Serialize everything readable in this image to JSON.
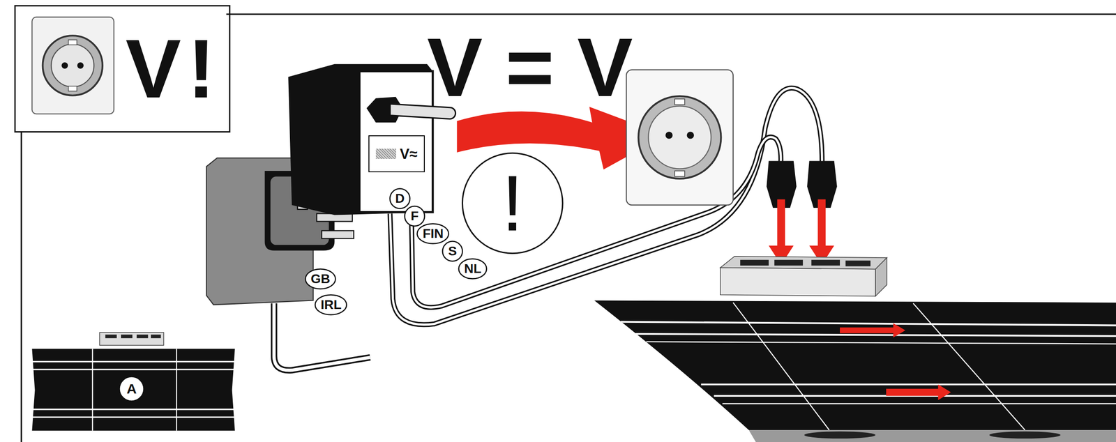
{
  "diagram": {
    "nodes": [
      {
        "text": [
          "V!"
        ]
      },
      {
        "text": [
          "V≈"
        ]
      },
      {
        "text": [
          "!"
        ]
      },
      {
        "text": [
          "D"
        ]
      },
      {
        "text": [
          "F"
        ]
      },
      {
        "text": [
          "FIN"
        ]
      },
      {
        "text": [
          "S"
        ]
      },
      {
        "text": [
          "NL"
        ]
      },
      {
        "text": [
          "GB"
        ]
      },
      {
        "text": [
          "IRL"
        ]
      },
      {
        "text": [
          "A"
        ]
      }
    ],
    "labels": [
      "V = V"
    ]
  }
}
